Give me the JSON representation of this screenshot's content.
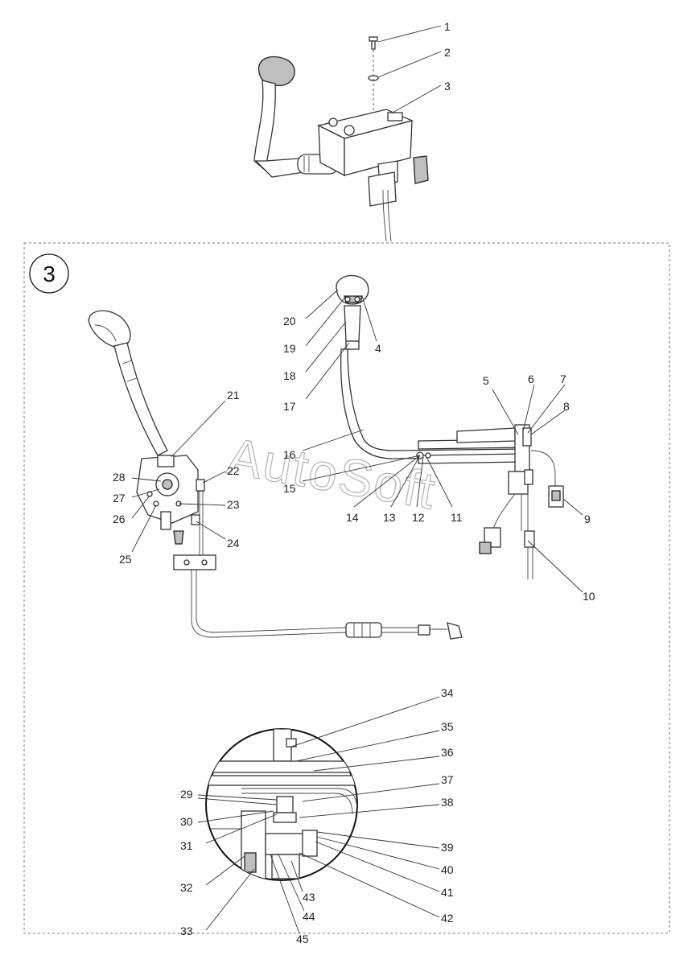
{
  "section": {
    "number": "3"
  },
  "watermark": "AutoSoft",
  "callouts": {
    "c1": "1",
    "c2": "2",
    "c3": "3",
    "c4": "4",
    "c5": "5",
    "c6": "6",
    "c7": "7",
    "c8": "8",
    "c9": "9",
    "c10": "10",
    "c11": "11",
    "c12": "12",
    "c13": "13",
    "c14": "14",
    "c15": "15",
    "c16": "16",
    "c17": "17",
    "c18": "18",
    "c19": "19",
    "c20": "20",
    "c21": "21",
    "c22": "22",
    "c23": "23",
    "c24": "24",
    "c25": "25",
    "c26": "26",
    "c27": "27",
    "c28": "28",
    "c29": "29",
    "c30": "30",
    "c31": "31",
    "c32": "32",
    "c33": "33",
    "c34": "34",
    "c35": "35",
    "c36": "36",
    "c37": "37",
    "c38": "38",
    "c39": "39",
    "c40": "40",
    "c41": "41",
    "c42": "42",
    "c43": "43",
    "c44": "44",
    "c45": "45"
  }
}
